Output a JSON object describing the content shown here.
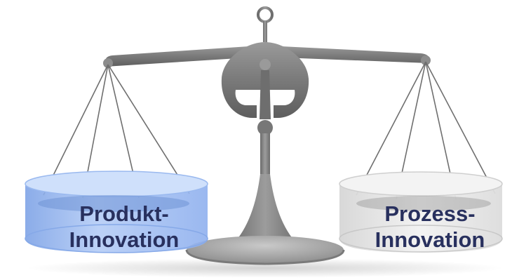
{
  "scale": {
    "left_pan": {
      "line1": "Produkt-",
      "line2": "Innovation"
    },
    "right_pan": {
      "line1": "Prozess-",
      "line2": "Innovation"
    }
  },
  "colors": {
    "left_pan": "#8fb5f0",
    "right_pan": "#e3e3e3",
    "metal": "#7d7d7d",
    "label_text": "#28305e"
  }
}
